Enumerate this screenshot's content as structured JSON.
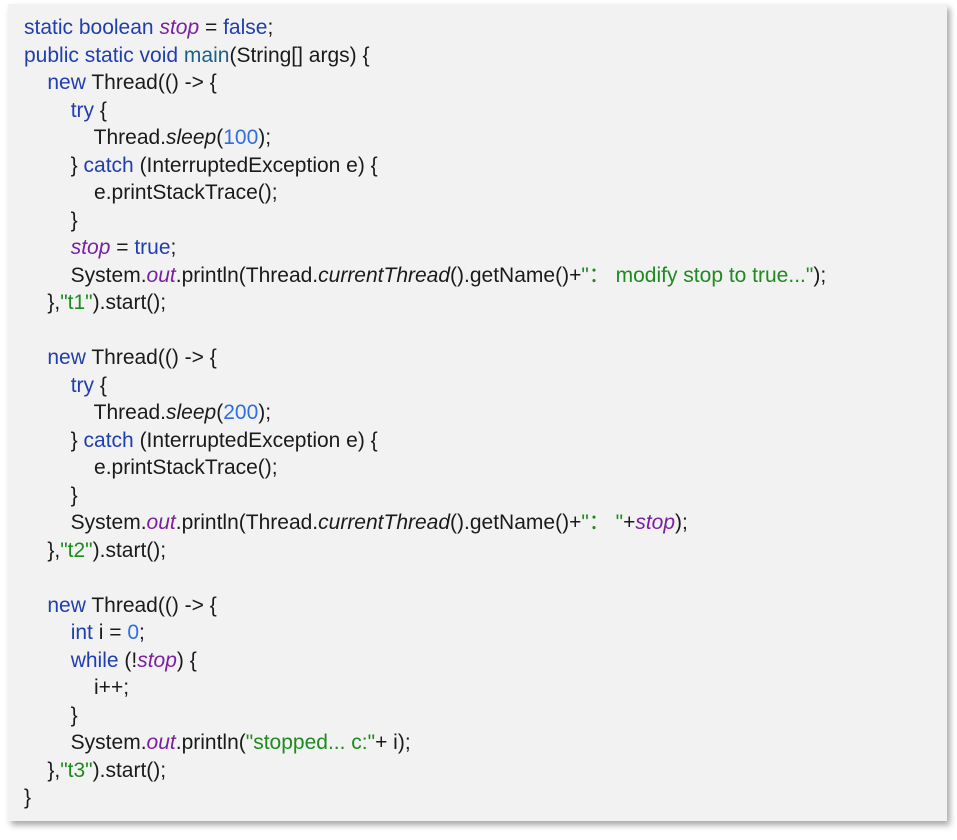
{
  "colors": {
    "panel_background": "#f2f2f2",
    "keyword": "#1f3fb0",
    "method_name": "#1c5f8a",
    "field": "#7a1fa0",
    "string": "#1f8a1f",
    "number": "#2f6fe0",
    "plain": "#1a1a1a"
  },
  "code": {
    "language": "Java",
    "lines": [
      [
        {
          "t": "static boolean ",
          "k": "kw"
        },
        {
          "t": "stop",
          "k": "field"
        },
        {
          "t": " = ",
          "k": "plain"
        },
        {
          "t": "false",
          "k": "kw"
        },
        {
          "t": ";",
          "k": "plain"
        }
      ],
      [
        {
          "t": "public static void ",
          "k": "kw"
        },
        {
          "t": "main",
          "k": "fn"
        },
        {
          "t": "(String[] args) {",
          "k": "plain"
        }
      ],
      [
        {
          "t": "    ",
          "k": "plain"
        },
        {
          "t": "new ",
          "k": "kw"
        },
        {
          "t": "Thread(() -> {",
          "k": "plain"
        }
      ],
      [
        {
          "t": "        ",
          "k": "plain"
        },
        {
          "t": "try ",
          "k": "kw"
        },
        {
          "t": "{",
          "k": "plain"
        }
      ],
      [
        {
          "t": "            Thread.",
          "k": "plain"
        },
        {
          "t": "sleep",
          "k": "italic"
        },
        {
          "t": "(",
          "k": "plain"
        },
        {
          "t": "100",
          "k": "num"
        },
        {
          "t": ");",
          "k": "plain"
        }
      ],
      [
        {
          "t": "        } ",
          "k": "plain"
        },
        {
          "t": "catch ",
          "k": "kw"
        },
        {
          "t": "(InterruptedException e) {",
          "k": "plain"
        }
      ],
      [
        {
          "t": "            e.printStackTrace();",
          "k": "plain"
        }
      ],
      [
        {
          "t": "        }",
          "k": "plain"
        }
      ],
      [
        {
          "t": "        ",
          "k": "plain"
        },
        {
          "t": "stop",
          "k": "field"
        },
        {
          "t": " = ",
          "k": "plain"
        },
        {
          "t": "true",
          "k": "kw"
        },
        {
          "t": ";",
          "k": "plain"
        }
      ],
      [
        {
          "t": "        System.",
          "k": "plain"
        },
        {
          "t": "out",
          "k": "field"
        },
        {
          "t": ".println(Thread.",
          "k": "plain"
        },
        {
          "t": "currentThread",
          "k": "italic"
        },
        {
          "t": "().getName()+",
          "k": "plain"
        },
        {
          "t": "\"： modify stop to true...\"",
          "k": "str"
        },
        {
          "t": ");",
          "k": "plain"
        }
      ],
      [
        {
          "t": "    },",
          "k": "plain"
        },
        {
          "t": "\"t1\"",
          "k": "str"
        },
        {
          "t": ").start();",
          "k": "plain"
        }
      ],
      [
        {
          "t": "",
          "k": "plain"
        }
      ],
      [
        {
          "t": "    ",
          "k": "plain"
        },
        {
          "t": "new ",
          "k": "kw"
        },
        {
          "t": "Thread(() -> {",
          "k": "plain"
        }
      ],
      [
        {
          "t": "        ",
          "k": "plain"
        },
        {
          "t": "try ",
          "k": "kw"
        },
        {
          "t": "{",
          "k": "plain"
        }
      ],
      [
        {
          "t": "            Thread.",
          "k": "plain"
        },
        {
          "t": "sleep",
          "k": "italic"
        },
        {
          "t": "(",
          "k": "plain"
        },
        {
          "t": "200",
          "k": "num"
        },
        {
          "t": ");",
          "k": "plain"
        }
      ],
      [
        {
          "t": "        } ",
          "k": "plain"
        },
        {
          "t": "catch ",
          "k": "kw"
        },
        {
          "t": "(InterruptedException e) {",
          "k": "plain"
        }
      ],
      [
        {
          "t": "            e.printStackTrace();",
          "k": "plain"
        }
      ],
      [
        {
          "t": "        }",
          "k": "plain"
        }
      ],
      [
        {
          "t": "        System.",
          "k": "plain"
        },
        {
          "t": "out",
          "k": "field"
        },
        {
          "t": ".println(Thread.",
          "k": "plain"
        },
        {
          "t": "currentThread",
          "k": "italic"
        },
        {
          "t": "().getName()+",
          "k": "plain"
        },
        {
          "t": "\"： \"",
          "k": "str"
        },
        {
          "t": "+",
          "k": "plain"
        },
        {
          "t": "stop",
          "k": "field"
        },
        {
          "t": ");",
          "k": "plain"
        }
      ],
      [
        {
          "t": "    },",
          "k": "plain"
        },
        {
          "t": "\"t2\"",
          "k": "str"
        },
        {
          "t": ").start();",
          "k": "plain"
        }
      ],
      [
        {
          "t": "",
          "k": "plain"
        }
      ],
      [
        {
          "t": "    ",
          "k": "plain"
        },
        {
          "t": "new ",
          "k": "kw"
        },
        {
          "t": "Thread(() -> {",
          "k": "plain"
        }
      ],
      [
        {
          "t": "        ",
          "k": "plain"
        },
        {
          "t": "int ",
          "k": "kw"
        },
        {
          "t": "i = ",
          "k": "plain"
        },
        {
          "t": "0",
          "k": "num"
        },
        {
          "t": ";",
          "k": "plain"
        }
      ],
      [
        {
          "t": "        ",
          "k": "plain"
        },
        {
          "t": "while ",
          "k": "kw"
        },
        {
          "t": "(!",
          "k": "plain"
        },
        {
          "t": "stop",
          "k": "field"
        },
        {
          "t": ") {",
          "k": "plain"
        }
      ],
      [
        {
          "t": "            i++;",
          "k": "plain"
        }
      ],
      [
        {
          "t": "        }",
          "k": "plain"
        }
      ],
      [
        {
          "t": "        System.",
          "k": "plain"
        },
        {
          "t": "out",
          "k": "field"
        },
        {
          "t": ".println(",
          "k": "plain"
        },
        {
          "t": "\"stopped... c:\"",
          "k": "str"
        },
        {
          "t": "+ i);",
          "k": "plain"
        }
      ],
      [
        {
          "t": "    },",
          "k": "plain"
        },
        {
          "t": "\"t3\"",
          "k": "str"
        },
        {
          "t": ").start();",
          "k": "plain"
        }
      ],
      [
        {
          "t": "}",
          "k": "plain"
        }
      ]
    ]
  }
}
